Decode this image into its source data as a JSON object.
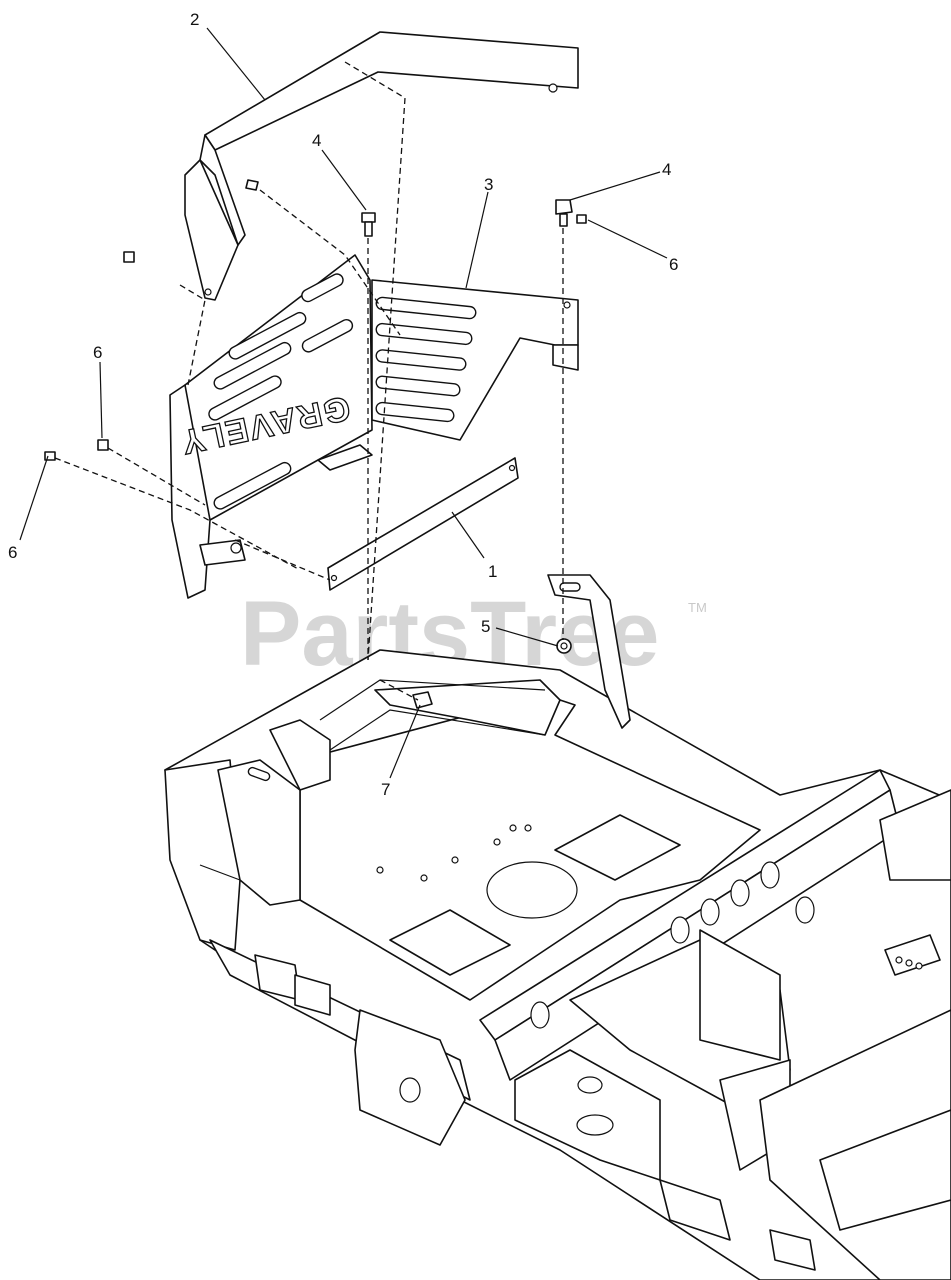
{
  "diagram": {
    "callouts": [
      "2",
      "4",
      "3",
      "4",
      "6",
      "6",
      "6",
      "1",
      "5",
      "7"
    ],
    "emboss_text": "GRAVELY",
    "watermark": "PartsTree",
    "watermark_tm": "TM"
  }
}
